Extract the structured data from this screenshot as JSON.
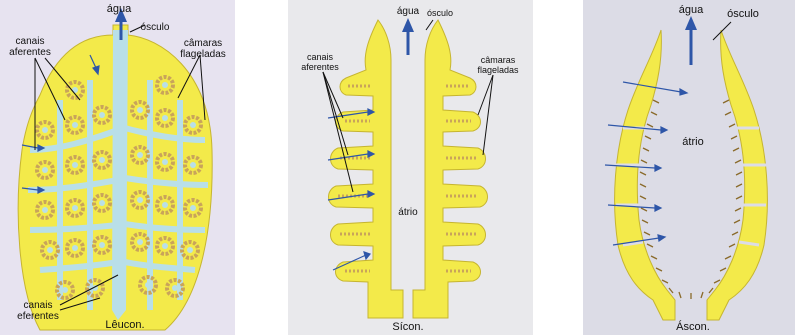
{
  "colors": {
    "sponge_body": "#f3ea4a",
    "water_channel": "#b9dfe8",
    "chamber_ring": "#c9a45a",
    "chamber_dot": "#7a4b2a",
    "arrow": "#2e56a8",
    "background_lilac": "#e7e3f0",
    "background_gray": "#e9e9ec",
    "background_blue": "#dcdce6"
  },
  "leucon": {
    "water_label": "água",
    "osculum_label": "ósculo",
    "afferent_label_line1": "canais",
    "afferent_label_line2": "aferentes",
    "chambers_label_line1": "câmaras",
    "chambers_label_line2": "flageladas",
    "efferent_label_line1": "canais",
    "efferent_label_line2": "eferentes",
    "caption": "Lêucon."
  },
  "sycon": {
    "water_label": "água",
    "osculum_label": "ósculo",
    "afferent_label_line1": "canais",
    "afferent_label_line2": "aferentes",
    "chambers_label_line1": "câmaras",
    "chambers_label_line2": "flageladas",
    "atrium_label": "átrio",
    "caption": "Sícon."
  },
  "ascon": {
    "water_label": "água",
    "osculum_label": "ósculo",
    "atrium_label": "átrio",
    "caption": "Áscon."
  }
}
